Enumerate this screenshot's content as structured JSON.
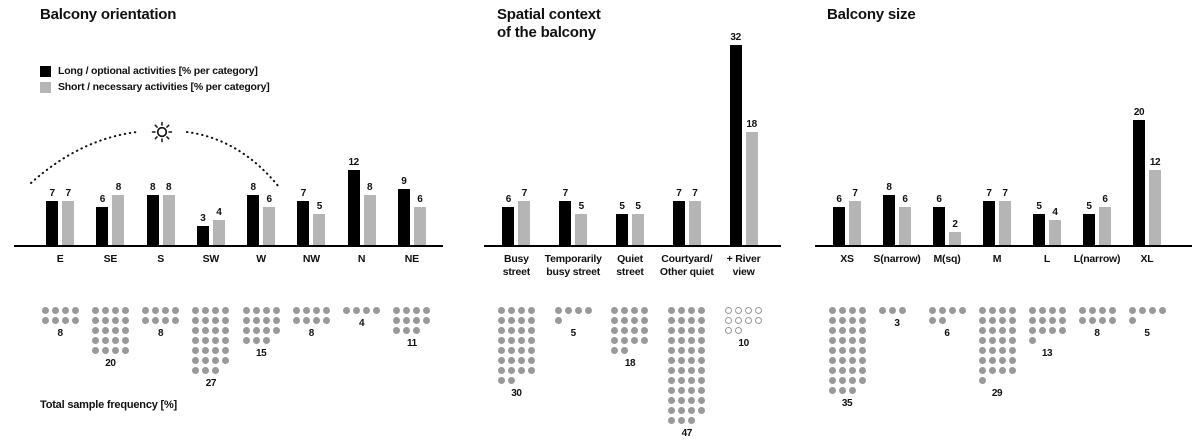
{
  "legend": {
    "items": [
      {
        "label": "Long / optional activities [% per category]",
        "color": "#000000"
      },
      {
        "label": "Short / necessary activities [% per category]",
        "color": "#b5b5b5"
      }
    ]
  },
  "footer": {
    "label": "Total sample frequency [%]"
  },
  "colors": {
    "bar_black": "#000000",
    "bar_gray": "#b5b5b5",
    "dot_gray": "#999999",
    "axis": "#000000"
  },
  "chart_data": [
    {
      "type": "bar",
      "title": "Balcony orientation",
      "categories": [
        "E",
        "SE",
        "S",
        "SW",
        "W",
        "NW",
        "N",
        "NE"
      ],
      "series": [
        {
          "name": "Long / optional activities [% per category]",
          "color": "#000000",
          "values": [
            7,
            6,
            8,
            3,
            8,
            7,
            12,
            9
          ]
        },
        {
          "name": "Short / necessary activities [% per category]",
          "color": "#b5b5b5",
          "values": [
            7,
            8,
            8,
            4,
            6,
            5,
            8,
            6
          ]
        }
      ],
      "totals": [
        8,
        20,
        8,
        27,
        15,
        8,
        4,
        11
      ],
      "totals_hollow": [
        false,
        false,
        false,
        false,
        false,
        false,
        false,
        false
      ],
      "totals_label": "Total sample frequency [%]",
      "ylim": [
        0,
        32
      ],
      "grid": false,
      "legend_position": "top-left",
      "annotations": [
        "sun over south orientation"
      ]
    },
    {
      "type": "bar",
      "title": "Spatial context\nof the balcony",
      "categories": [
        "Busy\nstreet",
        "Temporarily\nbusy street",
        "Quiet\nstreet",
        "Courtyard/\nOther quiet",
        "+ River\nview"
      ],
      "series": [
        {
          "name": "Long / optional activities [% per category]",
          "color": "#000000",
          "values": [
            6,
            7,
            5,
            7,
            32
          ]
        },
        {
          "name": "Short / necessary activities [% per category]",
          "color": "#b5b5b5",
          "values": [
            7,
            5,
            5,
            7,
            18
          ]
        }
      ],
      "totals": [
        30,
        5,
        18,
        47,
        10
      ],
      "totals_hollow": [
        false,
        false,
        false,
        false,
        true
      ],
      "totals_label": "Total sample frequency [%]",
      "ylim": [
        0,
        32
      ],
      "grid": false,
      "legend_position": "none"
    },
    {
      "type": "bar",
      "title": "Balcony size",
      "categories": [
        "XS",
        "S(narrow)",
        "M(sq)",
        "M",
        "L",
        "L(narrow)",
        "XL"
      ],
      "series": [
        {
          "name": "Long / optional activities [% per category]",
          "color": "#000000",
          "values": [
            6,
            8,
            6,
            7,
            5,
            5,
            20
          ]
        },
        {
          "name": "Short / necessary activities [% per category]",
          "color": "#b5b5b5",
          "values": [
            7,
            6,
            2,
            7,
            4,
            6,
            12
          ]
        }
      ],
      "totals": [
        35,
        3,
        6,
        29,
        13,
        8,
        5
      ],
      "totals_hollow": [
        false,
        false,
        false,
        false,
        false,
        false,
        false
      ],
      "totals_label": "Total sample frequency [%]",
      "ylim": [
        0,
        32
      ],
      "grid": false,
      "legend_position": "none"
    }
  ]
}
